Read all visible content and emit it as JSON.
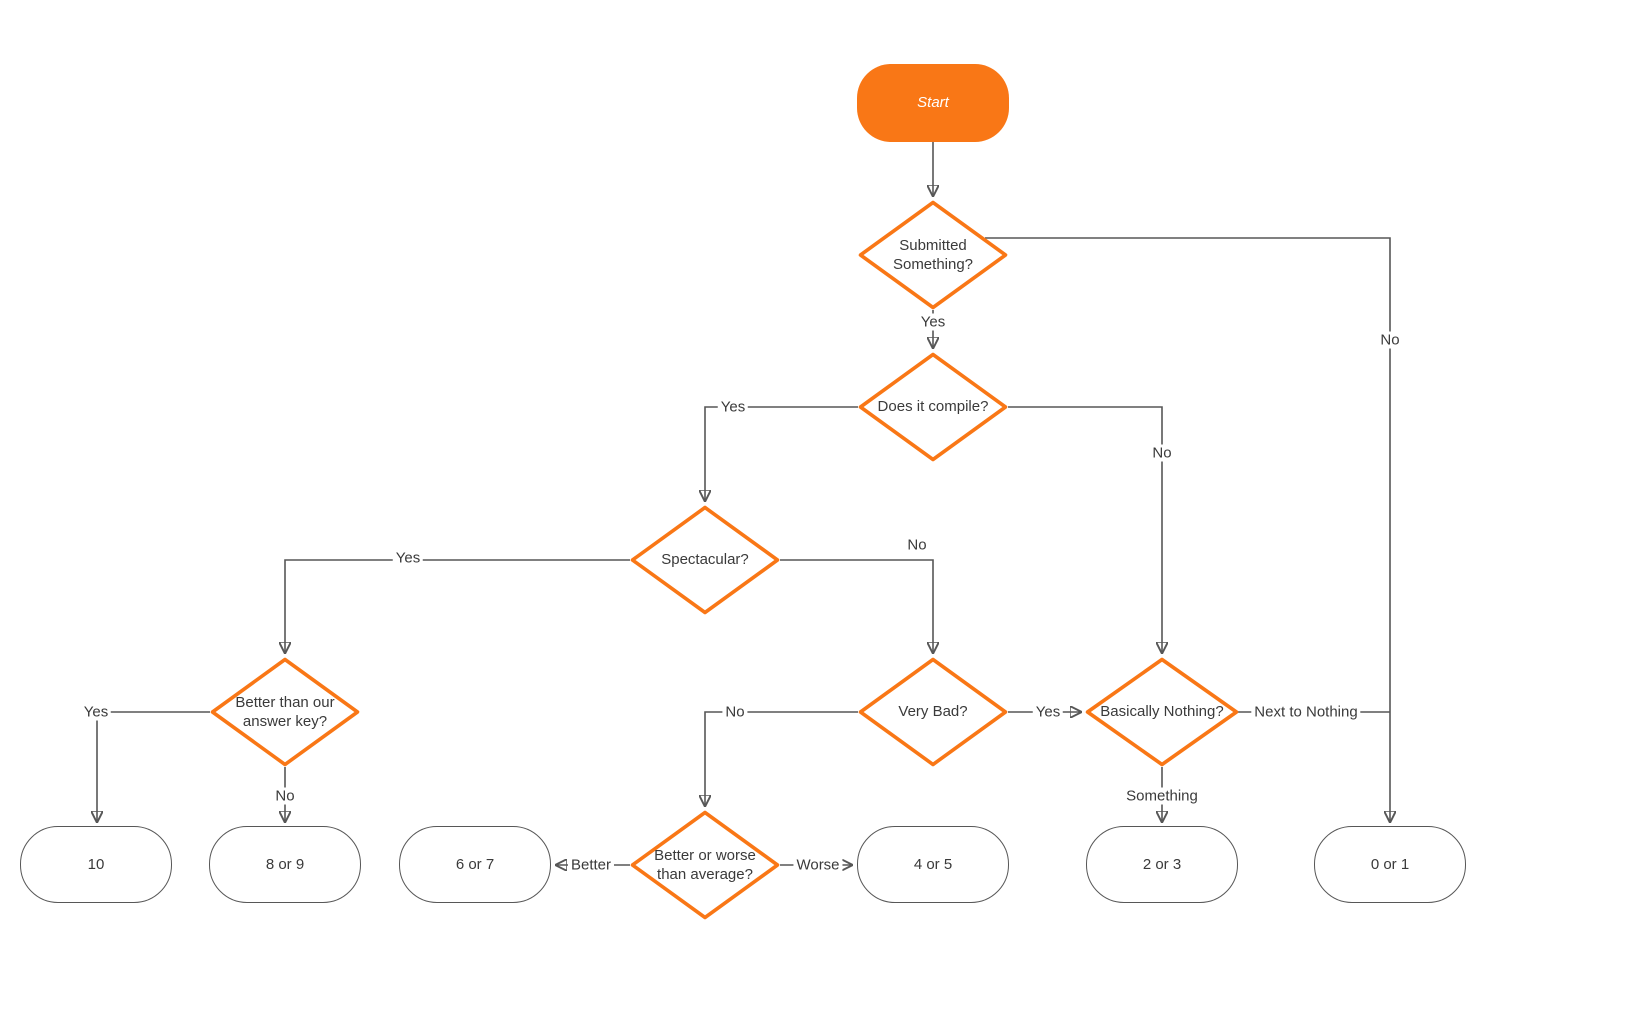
{
  "diagram": {
    "type": "flowchart",
    "description": "Grading decision flowchart from Start to score buckets 0-10"
  },
  "colors": {
    "accent_orange": "#F97716",
    "connector_gray": "#575757",
    "text": "#3A3A3A",
    "node_fill": "#FFFFFF",
    "start_text": "#FFFFFF"
  },
  "nodes": {
    "start": {
      "label": "Start",
      "type": "terminator"
    },
    "submitted": {
      "label": "Submitted Something?",
      "type": "decision"
    },
    "compile": {
      "label": "Does it compile?",
      "type": "decision"
    },
    "spectacular": {
      "label": "Spectacular?",
      "type": "decision"
    },
    "better_key": {
      "label": "Better than our answer key?",
      "type": "decision"
    },
    "very_bad": {
      "label": "Very Bad?",
      "type": "decision"
    },
    "basically_nothing": {
      "label": "Basically Nothing?",
      "type": "decision"
    },
    "better_worse": {
      "label": "Better or worse than average?",
      "type": "decision"
    },
    "score_10": {
      "label": "10",
      "type": "terminal"
    },
    "score_8_9": {
      "label": "8 or 9",
      "type": "terminal"
    },
    "score_6_7": {
      "label": "6 or 7",
      "type": "terminal"
    },
    "score_4_5": {
      "label": "4 or 5",
      "type": "terminal"
    },
    "score_2_3": {
      "label": "2 or 3",
      "type": "terminal"
    },
    "score_0_1": {
      "label": "0 or 1",
      "type": "terminal"
    }
  },
  "edge_labels": {
    "submitted_yes": "Yes",
    "submitted_no": "No",
    "compile_yes": "Yes",
    "compile_no": "No",
    "spectacular_yes": "Yes",
    "spectacular_no": "No",
    "better_key_yes": "Yes",
    "better_key_no": "No",
    "very_bad_no": "No",
    "very_bad_yes": "Yes",
    "basically_something": "Something",
    "basically_next_to_nothing": "Next to Nothing",
    "average_better": "Better",
    "average_worse": "Worse"
  }
}
